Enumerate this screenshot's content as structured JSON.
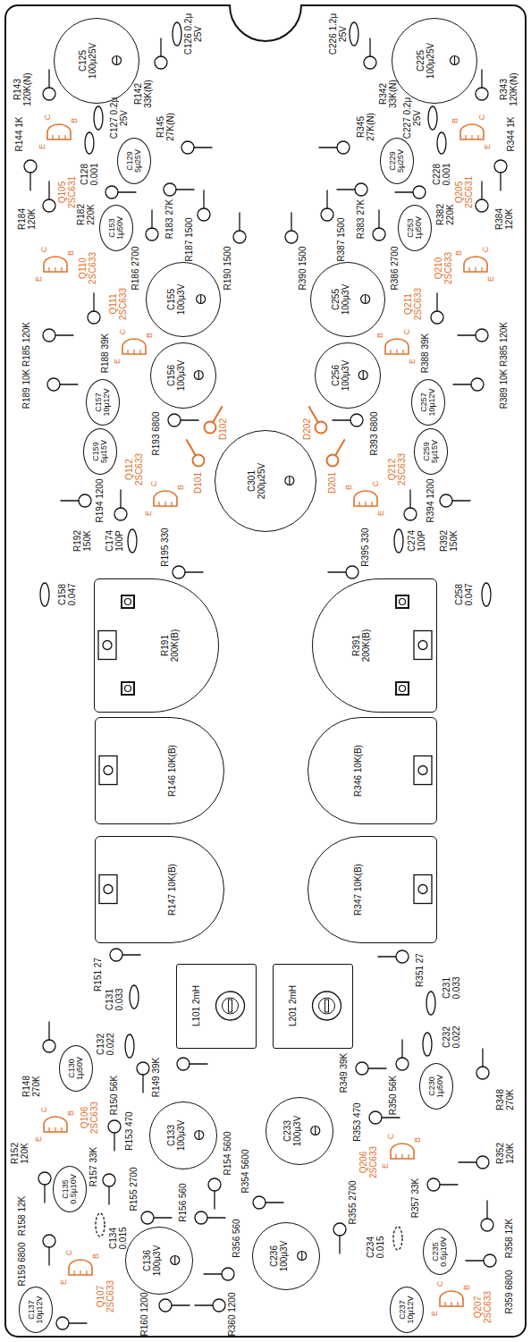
{
  "diagram": {
    "nodes": [
      {
        "text": [
          "C125 100μ25V"
        ]
      },
      {
        "text": [
          "C225 100μ25V"
        ]
      },
      {
        "text": [
          "C129 5μ25V"
        ]
      },
      {
        "text": [
          "C229 5μ25V"
        ]
      },
      {
        "text": [
          "C153 1μ50V"
        ]
      },
      {
        "text": [
          "C253 1μ50V"
        ]
      },
      {
        "text": [
          "C155 100μ3V"
        ]
      },
      {
        "text": [
          "C255 100μ3V"
        ]
      },
      {
        "text": [
          "C156 100μ3V"
        ]
      },
      {
        "text": [
          "C256 100μ3V"
        ]
      },
      {
        "text": [
          "C157 10μ12V"
        ]
      },
      {
        "text": [
          "C257 10μ12V"
        ]
      },
      {
        "text": [
          "C159 5μ15V"
        ]
      },
      {
        "text": [
          "C259 5μ15V"
        ]
      },
      {
        "text": [
          "C301 200μ25V"
        ]
      },
      {
        "text": [
          "R191 200K(B)"
        ]
      },
      {
        "text": [
          "R391 200K(B)"
        ]
      },
      {
        "text": [
          "R146 10K(B)"
        ]
      },
      {
        "text": [
          "R346 10K(B)"
        ]
      },
      {
        "text": [
          "R147 10K(B)"
        ]
      },
      {
        "text": [
          "R347 10K(B)"
        ]
      },
      {
        "text": [
          "L101 2mH"
        ]
      },
      {
        "text": [
          "L201 2mH"
        ]
      },
      {
        "text": [
          "C130 1μ50V"
        ]
      },
      {
        "text": [
          "C230 1μ50V"
        ]
      },
      {
        "text": [
          "C133 100μ3V"
        ]
      },
      {
        "text": [
          "C233 100μ3V"
        ]
      },
      {
        "text": [
          "C136 100μ3V"
        ]
      },
      {
        "text": [
          "C236 100μ3V"
        ]
      },
      {
        "text": [
          "C135 0.5μ10V"
        ]
      },
      {
        "text": [
          "C235 0.5μ10V"
        ]
      },
      {
        "text": [
          "C137 10μ12V"
        ]
      },
      {
        "text": [
          "C237 10μ12V"
        ]
      }
    ],
    "labels": [
      "C126 0.2μ 25V",
      "R143 120K(N)",
      "C127 0.2μ 25V",
      "R142 33K(N)",
      "R145 27K(N)",
      "Q105 2SC631",
      "E",
      "C",
      "B",
      "C128 0.001",
      "R144 1K",
      "R182 220K",
      "R183 27K",
      "R184 120K",
      "Q110 2SC633",
      "E",
      "C",
      "B",
      "R186 2700",
      "R187 1500",
      "R190 1500",
      "R185 120K",
      "R189 10K",
      "R188 39K",
      "Q111 2SC633",
      "E",
      "C",
      "B",
      "R193 6800",
      "D102",
      "D101",
      "R194 1200",
      "Q112 2SC633",
      "E",
      "C",
      "B",
      "R192 150K",
      "C174 100P",
      "R195 330",
      "C158 0.047",
      "C226 1.2μ 25V",
      "R343 120K(N)",
      "C227 0.2μ 25V",
      "R342 33K(N)",
      "R345 27K(N)",
      "Q205 2SC631",
      "E",
      "C",
      "B",
      "C228 0.001",
      "R344 1K",
      "R382 220K",
      "R383 27K",
      "R384 120K",
      "Q210 2SC633",
      "E",
      "C",
      "B",
      "R386 2700",
      "R387 1500",
      "R390 1500",
      "R385 120K",
      "R389 10K",
      "R388 39K",
      "Q211 2SC633",
      "E",
      "C",
      "B",
      "R393 6800",
      "D202",
      "D201",
      "R394 1200",
      "Q212 2SC633",
      "E",
      "C",
      "B",
      "R392 150K",
      "C274 100P",
      "R395 330",
      "C258 0.047",
      "R151 27",
      "C131 0.033",
      "C132 0.022",
      "R148 270K",
      "R150 56K",
      "R149 39K",
      "Q106 2SC633",
      "E",
      "C",
      "B",
      "R153 470",
      "R152 120K",
      "R157 33K",
      "R155 2700",
      "R154 5600",
      "R354 5600",
      "R156 560",
      "C134 0.015",
      "R356 560",
      "R158 12K",
      "Q107 2SC633",
      "E",
      "C",
      "B",
      "R159 6800",
      "R160 1200",
      "R360 1200",
      "R351 27",
      "C231 0.033",
      "C232 0.022",
      "R349 39K",
      "R350 56K",
      "R348 270K",
      "R353 470",
      "Q206 2SC633",
      "E",
      "C",
      "B",
      "R352 120K",
      "R357 33K",
      "R355 2700",
      "C234 0.015",
      "R358 12K",
      "Q207 2SC633",
      "E",
      "C",
      "B",
      "R359 6800"
    ]
  }
}
